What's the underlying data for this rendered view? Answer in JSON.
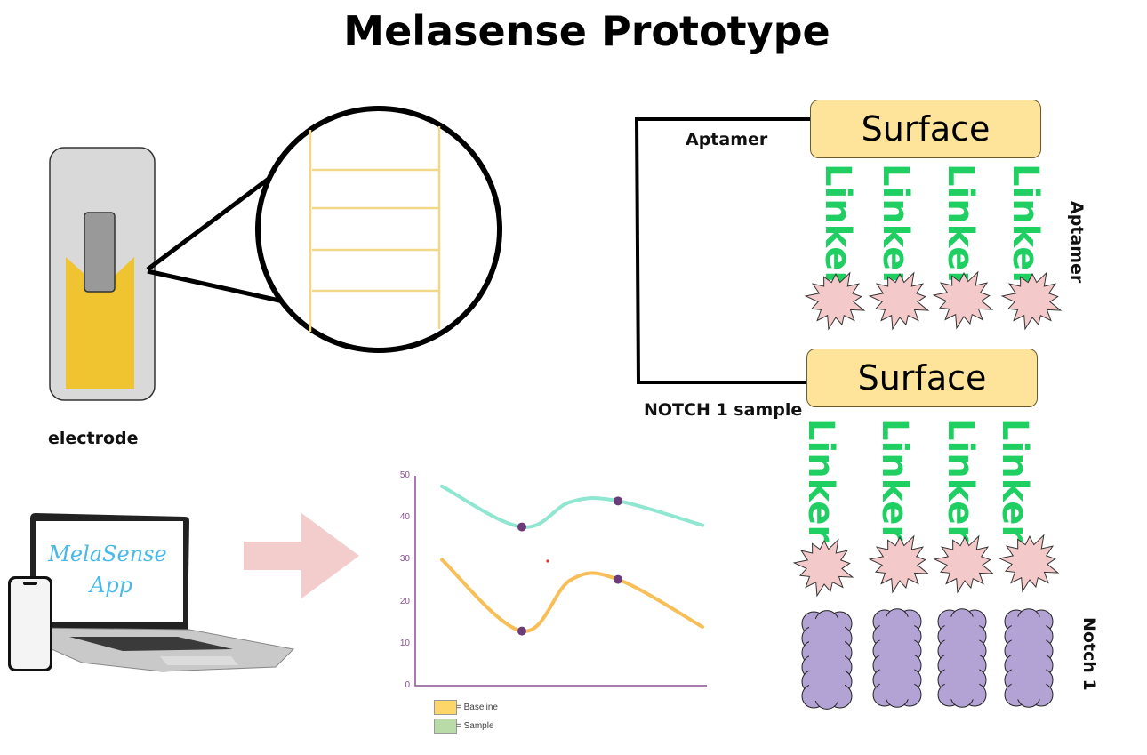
{
  "title": "Melasense Prototype",
  "electrode": {
    "label": "electrode"
  },
  "app": {
    "line1": "MelaSense",
    "line2": "App"
  },
  "diagram": {
    "aptamer_label": "Aptamer",
    "sample_label": "NOTCH 1 sample",
    "top": {
      "surface_label": "Surface",
      "linkers": [
        "Linker",
        "Linker",
        "Linker",
        "Linker"
      ],
      "side_label": "Aptamer"
    },
    "bottom": {
      "surface_label": "Surface",
      "linkers": [
        "Linker",
        "Linker",
        "Linker",
        "Linker"
      ],
      "side_label": "Notch 1"
    }
  },
  "colors": {
    "electrode_gold": "#f0c330",
    "linker_green": "#1fcf62",
    "surface_fill": "#fde49a",
    "star_pink": "#f4c9c9",
    "blob_purple": "#b3a3d4",
    "arrow_pink": "#f3cccc"
  },
  "chart_data": {
    "type": "line",
    "yticks": [
      0,
      10,
      20,
      30,
      40,
      50
    ],
    "ylim": [
      0,
      50
    ],
    "x": [
      0,
      1,
      2,
      3,
      4
    ],
    "series": [
      {
        "name": "Sample",
        "color": "#8fe6d1",
        "values": [
          47.5,
          37.8,
          43.8,
          44.0,
          38.2
        ],
        "markers": [
          1,
          3
        ]
      },
      {
        "name": "Baseline",
        "color": "#f8bf58",
        "values": [
          30,
          13.0,
          25.2,
          25.3,
          14.0
        ],
        "markers": [
          1,
          3
        ]
      }
    ],
    "legend": [
      {
        "label": "= Baseline",
        "color": "#fdd66a"
      },
      {
        "label": "= Sample",
        "color": "#b9dba7"
      }
    ]
  }
}
